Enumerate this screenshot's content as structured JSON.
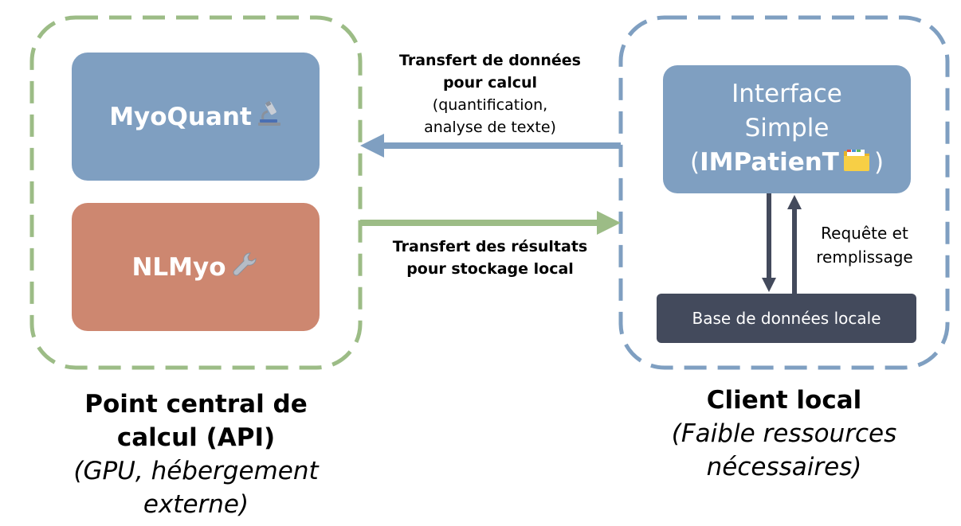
{
  "server": {
    "myoquant_label": "MyoQuant",
    "myoquant_icon": "microscope-icon",
    "nlmyo_label": "NLMyo",
    "nlmyo_icon": "wrench-icon",
    "title_line1": "Point central de",
    "title_line2": "calcul (API)",
    "subtitle_line1": "(GPU, hébergement",
    "subtitle_line2": "externe)",
    "border_color": "#9cbc86"
  },
  "client": {
    "interface_line1": "Interface",
    "interface_line2": "Simple",
    "interface_open": "(",
    "interface_strong": "IMPatienT",
    "interface_close": ")",
    "interface_icon": "folder-icon",
    "database_label": "Base de données locale",
    "request_line1": "Requête et",
    "request_line2": "remplissage",
    "title": "Client local",
    "subtitle_line1": "(Faible ressources",
    "subtitle_line2": "nécessaires)",
    "border_color": "#7f9fc1"
  },
  "arrows": {
    "to_server_line1": "Transfert de données",
    "to_server_line2": "pour calcul",
    "to_server_line3": "(quantification,",
    "to_server_line4": "analyse de texte)",
    "to_server_color": "#7f9fc1",
    "to_client_line1": "Transfert des résultats",
    "to_client_line2": "pour stockage local",
    "to_client_color": "#9cbc86",
    "db_arrow_color": "#434a5c"
  }
}
